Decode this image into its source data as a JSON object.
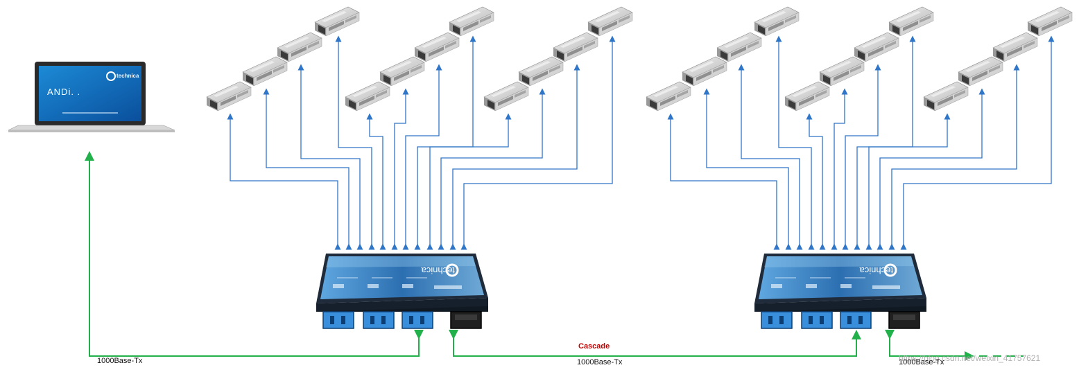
{
  "laptop": {
    "screen_title": "ANDi. .",
    "brand": "technica"
  },
  "switch_brand": "technica",
  "labels": {
    "left_link": "1000Base-Tx",
    "cascade_title": "Cascade",
    "cascade_link": "1000Base-Tx",
    "right_link": "1000Base-Tx"
  },
  "watermark": "https://blog.csdn.net/weixin_41757621",
  "colors": {
    "ecu_arrow": "#2f75c8",
    "ethernet_link": "#22b04b",
    "cascade_text": "#c00000",
    "switch_body": "#1f2b3a",
    "switch_panel": "#3c82c4",
    "connector": "#3a8fdc"
  },
  "icons": {
    "laptop": "laptop-icon",
    "ecu": "ecu-module-icon",
    "switch": "ethernet-switch-icon"
  }
}
